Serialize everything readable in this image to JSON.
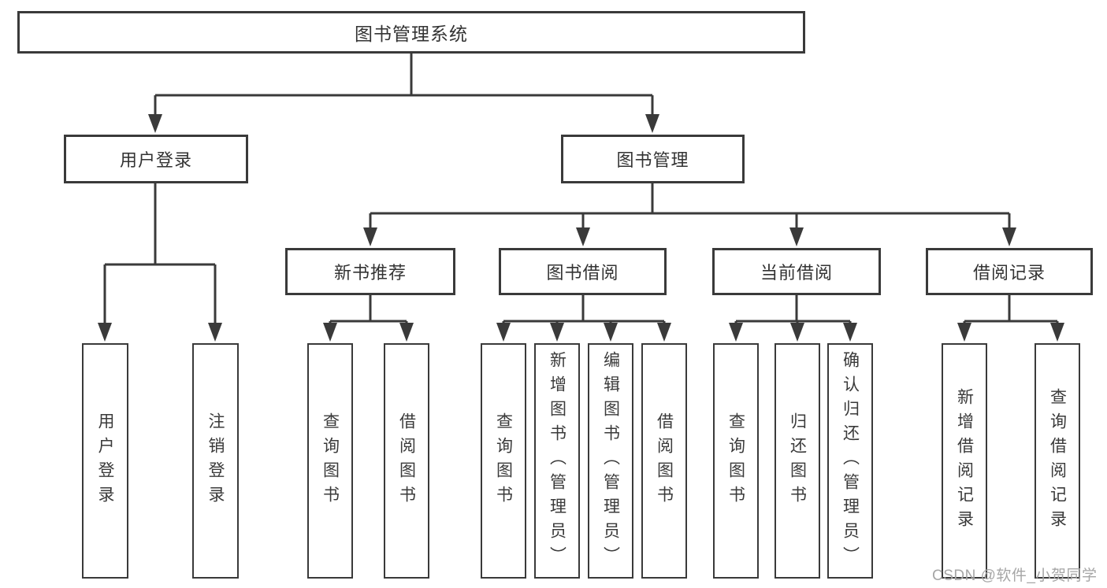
{
  "diagram": {
    "title_node": "图书管理系统",
    "level2": [
      "用户登录",
      "图书管理"
    ],
    "level3": [
      "新书推荐",
      "图书借阅",
      "当前借阅",
      "借阅记录"
    ],
    "leaves_user_login": [
      "用户登录",
      "注销登录"
    ],
    "leaves_new_book": [
      "查询图书",
      "借阅图书"
    ],
    "leaves_book_borrow": [
      "查询图书",
      "新增图书（管理员）",
      "编辑图书（管理员）",
      "借阅图书"
    ],
    "leaves_current_borrow": [
      "查询图书",
      "归还图书",
      "确认归还（管理员）"
    ],
    "leaves_borrow_record": [
      "新增借阅记录",
      "查询借阅记录"
    ]
  },
  "watermark": "CSDN @软件_小贺同学",
  "colors": {
    "line": "#3a3a3a",
    "box_fill": "#ffffff",
    "text": "#333333",
    "watermark": "#a6a6a6",
    "background": "#ffffff"
  }
}
